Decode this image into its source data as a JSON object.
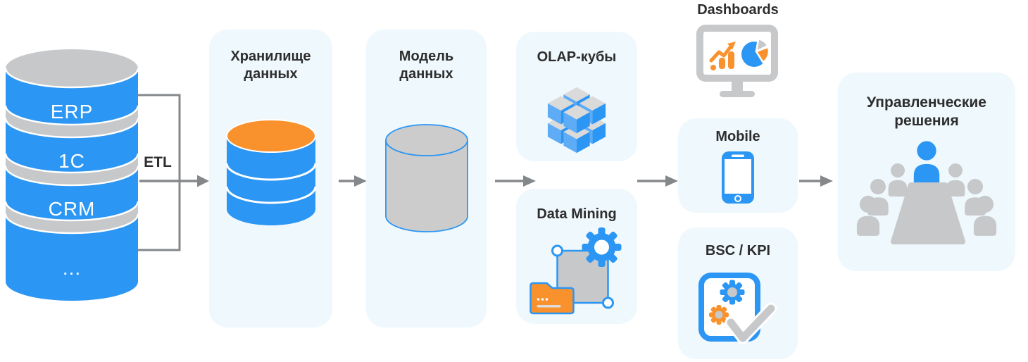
{
  "colors": {
    "blue": "#2B96F3",
    "blue_light": "#5FACF6",
    "gray": "#C6C8CA",
    "gray_light": "#DADADA",
    "cylinder_gray": "#CCCCCC",
    "orange": "#F9922D",
    "card_bg": "#EFF8FD",
    "arrow": "#85888B",
    "text": "#2D2D2D"
  },
  "source": {
    "segments": [
      "ERP",
      "1C",
      "CRM",
      "..."
    ]
  },
  "etl": {
    "label": "ETL"
  },
  "nodes": {
    "warehouse": {
      "title": "Хранилище\nданных"
    },
    "model": {
      "title": "Модель\nданных"
    },
    "olap": {
      "title": "OLAP-кубы"
    },
    "data_mining": {
      "title": "Data Mining"
    },
    "dashboards": {
      "title": "Dashboards"
    },
    "mobile": {
      "title": "Mobile"
    },
    "bsc_kpi": {
      "title": "BSC / KPI"
    },
    "decisions": {
      "title": "Управленческие\nрешения"
    }
  }
}
